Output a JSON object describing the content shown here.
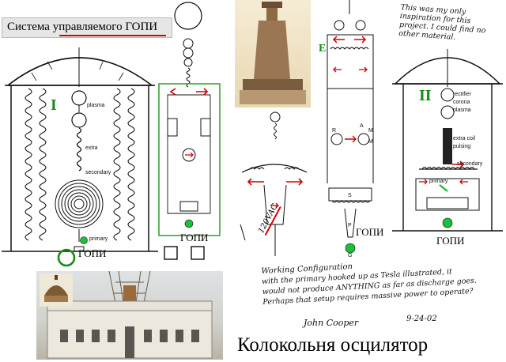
{
  "header": {
    "title": "Система управляемого ГОПИ"
  },
  "diagram_i": {
    "roman": "I",
    "labels": {
      "plasma": "plasma",
      "extra": "extra",
      "secondary": "secondary",
      "primary": "primary"
    },
    "gopi": "ГОПИ"
  },
  "diagram_mid": {
    "gopi": "ГОПИ"
  },
  "schematic_e": {
    "letter": "E",
    "gopi": "ГОПИ",
    "letters": [
      "A",
      "M",
      "R",
      "M",
      "S",
      "P",
      "G"
    ]
  },
  "diagram_ii": {
    "roman": "II",
    "labels": {
      "rectifier": "rectifier",
      "corona": "corona",
      "plasma": "plasma",
      "extra_coil": "extra coil",
      "pulsing": "pulsing",
      "secondary": "secondary",
      "primary": "primary"
    },
    "gopi": "ГОПИ"
  },
  "handnote_top": {
    "lines": [
      "This was my only",
      "inspiration for this",
      "project. I could find no",
      "other material."
    ]
  },
  "working_note": {
    "label_120": "120VAC",
    "lines": [
      "Working Configuration",
      "with the primary hooked up as Tesla illustrated, it",
      "would not produce ANYTHING as far as discharge goes.",
      "Perhaps that setup requires massive power to operate?"
    ],
    "signature": "John Cooper",
    "date": "9-24-02"
  },
  "caption": {
    "text": "Колокольня осцилятор"
  },
  "colors": {
    "accent_green": "#1a8a1a",
    "accent_red": "#d00000",
    "frame_green": "#3aa33a"
  }
}
